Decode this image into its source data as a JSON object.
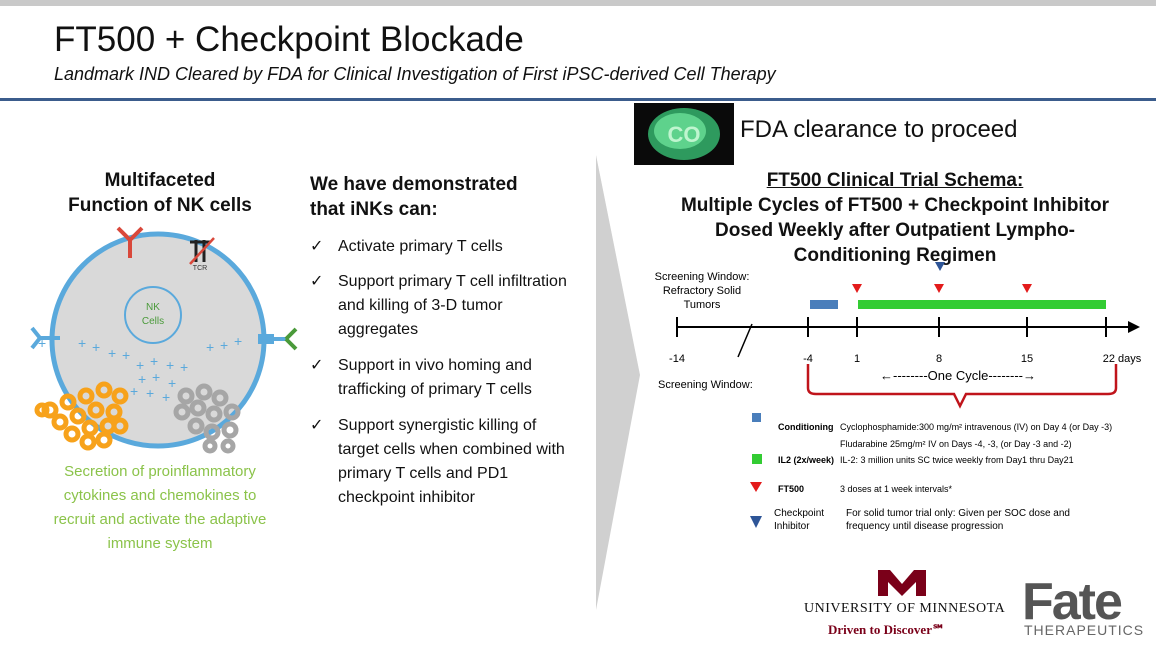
{
  "header": {
    "title": "FT500 + Checkpoint Blockade",
    "subtitle": "Landmark IND Cleared by FDA for Clinical Investigation of First iPSC-derived Cell Therapy"
  },
  "left": {
    "heading_line1": "Multifaceted",
    "heading_line2": "Function of NK cells",
    "nk_label_1": "NK",
    "nk_label_2": "Cells",
    "tcr_label": "TCR",
    "caption_lines": [
      "Secretion of proinflammatory",
      "cytokines and chemokines to",
      "recruit and activate the adaptive",
      "immune system"
    ],
    "colors": {
      "cell": "#d9d9d9",
      "cell_border": "#5aa9dc",
      "orange": "#f7a21b",
      "grey": "#a6a6a6",
      "green_text": "#8bc34a"
    }
  },
  "middle": {
    "heading_line1": "We have demonstrated",
    "heading_line2": "that iNKs can:",
    "check_mark": "✓",
    "items": [
      "Activate primary T cells",
      "Support primary T cell infiltration and killing of 3-D tumor aggregates",
      "Support in vivo homing and trafficking of primary T cells",
      "Support synergistic killing of target cells when combined with primary T cells and PD1 checkpoint inhibitor"
    ]
  },
  "right": {
    "badge_text": "CO",
    "fda": "FDA clearance to proceed",
    "schema_title_1": "FT500 Clinical Trial Schema:",
    "schema_title_2": "Multiple Cycles of FT500 + Checkpoint Inhibitor",
    "schema_title_3": "Dosed Weekly after Outpatient Lympho-",
    "schema_title_4": "Conditioning Regimen",
    "screening_1": "Screening Window:",
    "screening_2": "Refractory Solid",
    "screening_3": "Tumors",
    "screening_bottom": "Screening Window:",
    "ticks": [
      "-14",
      "-4",
      "1",
      "8",
      "15",
      "22 days"
    ],
    "one_cycle": "←--------One Cycle--------→",
    "legend": {
      "conditioning_label": "Conditioning",
      "conditioning_text_1": "Cyclophosphamide:300 mg/m² intravenous (IV) on Day 4 (or Day -3)",
      "conditioning_text_2": "Fludarabine 25mg/m² IV on Days -4, -3, (or Day -3 and -2)",
      "il2_label": "IL2 (2x/week)",
      "il2_text": "IL-2: 3 million units SC twice weekly from Day1 thru Day21",
      "ft500_label": "FT500",
      "ft500_text": "3 doses at 1 week intervals*",
      "ci_label_1": "Checkpoint",
      "ci_label_2": "Inhibitor",
      "ci_text_1": "For solid tumor trial only: Given per SOC dose and",
      "ci_text_2": "frequency until disease progression"
    },
    "colors": {
      "blue": "#4a7ebb",
      "green": "#33cc33",
      "red": "#e31b1b",
      "navy": "#2e5597",
      "bracket": "#c0141b"
    }
  },
  "logos": {
    "umn_mark": "M",
    "umn_name": "UNIVERSITY OF MINNESOTA",
    "umn_tagline": "Driven to Discover℠",
    "fate_word": "Fate",
    "fate_sub": "THERAPEUTICS"
  }
}
